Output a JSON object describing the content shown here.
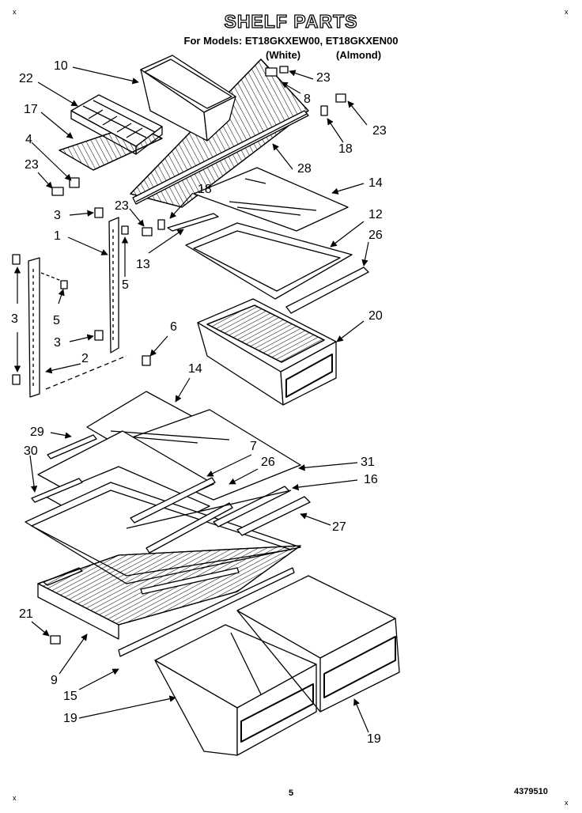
{
  "header": {
    "title": "SHELF PARTS",
    "models": "For Models: ET18GKXEW00, ET18GKXEN00",
    "variant_white": "(White)",
    "variant_almond": "(Almond)"
  },
  "callouts": [
    {
      "id": "c1",
      "text": "10"
    },
    {
      "id": "c2",
      "text": "22"
    },
    {
      "id": "c3",
      "text": "17"
    },
    {
      "id": "c4",
      "text": "4"
    },
    {
      "id": "c5",
      "text": "23"
    },
    {
      "id": "c6",
      "text": "23"
    },
    {
      "id": "c7",
      "text": "8"
    },
    {
      "id": "c8",
      "text": "23"
    },
    {
      "id": "c9",
      "text": "18"
    },
    {
      "id": "c10",
      "text": "28"
    },
    {
      "id": "c11",
      "text": "18"
    },
    {
      "id": "c12",
      "text": "14"
    },
    {
      "id": "c13",
      "text": "23"
    },
    {
      "id": "c14",
      "text": "3"
    },
    {
      "id": "c15",
      "text": "12"
    },
    {
      "id": "c16",
      "text": "26"
    },
    {
      "id": "c17",
      "text": "1"
    },
    {
      "id": "c18",
      "text": "13"
    },
    {
      "id": "c19",
      "text": "5"
    },
    {
      "id": "c20",
      "text": "3"
    },
    {
      "id": "c21",
      "text": "5"
    },
    {
      "id": "c22",
      "text": "20"
    },
    {
      "id": "c23",
      "text": "6"
    },
    {
      "id": "c24",
      "text": "3"
    },
    {
      "id": "c25",
      "text": "2"
    },
    {
      "id": "c26",
      "text": "14"
    },
    {
      "id": "c27",
      "text": "29"
    },
    {
      "id": "c28",
      "text": "7"
    },
    {
      "id": "c29",
      "text": "30"
    },
    {
      "id": "c30",
      "text": "26"
    },
    {
      "id": "c31",
      "text": "31"
    },
    {
      "id": "c32",
      "text": "16"
    },
    {
      "id": "c33",
      "text": "27"
    },
    {
      "id": "c34",
      "text": "21"
    },
    {
      "id": "c35",
      "text": "9"
    },
    {
      "id": "c36",
      "text": "15"
    },
    {
      "id": "c37",
      "text": "19"
    },
    {
      "id": "c38",
      "text": "19"
    }
  ],
  "footer": {
    "page_number": "5",
    "part_number": "4379510",
    "corner_mark": "x"
  }
}
